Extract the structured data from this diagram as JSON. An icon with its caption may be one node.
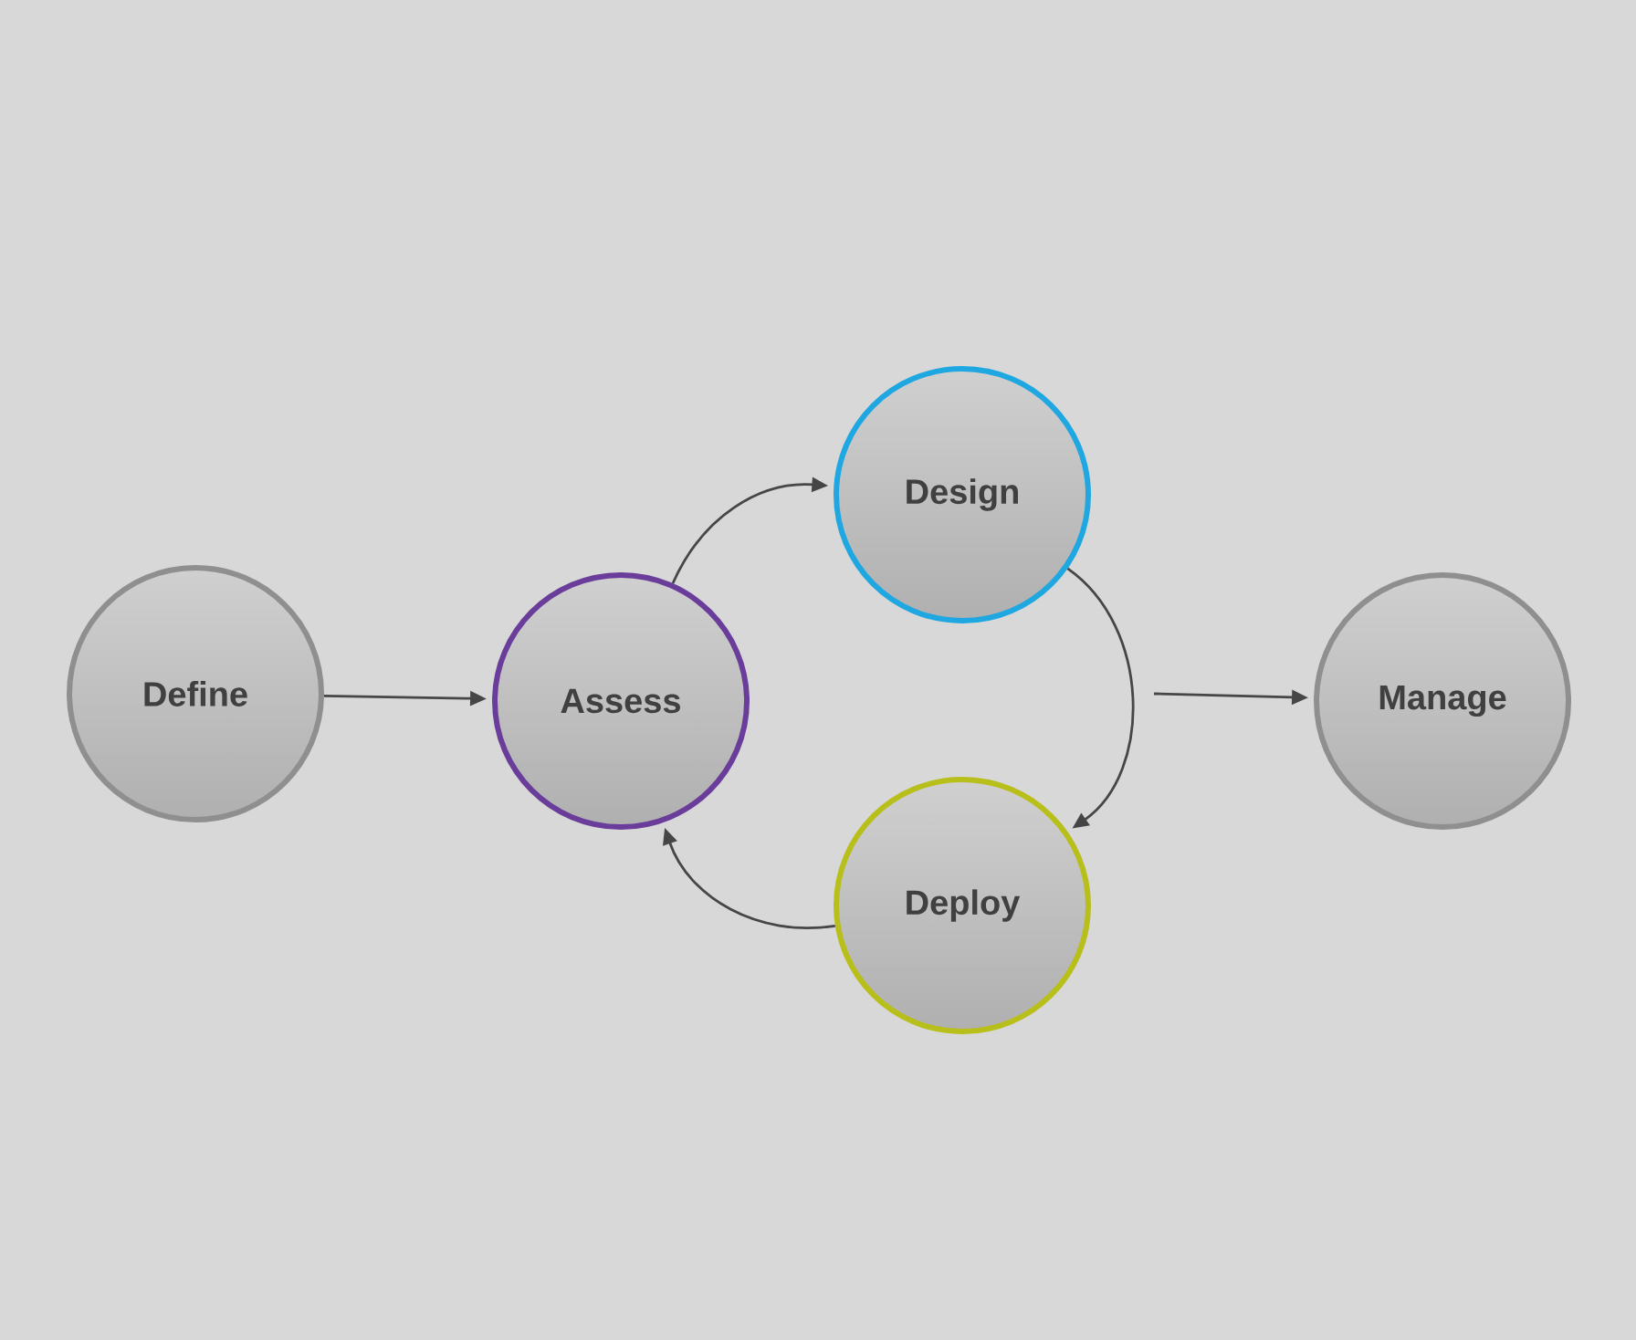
{
  "diagram": {
    "nodes": [
      {
        "text": [
          "Define"
        ]
      },
      {
        "text": [
          "Assess"
        ]
      },
      {
        "text": [
          "Design"
        ]
      },
      {
        "text": [
          "Deploy"
        ]
      },
      {
        "text": [
          "Manage"
        ]
      }
    ],
    "edges": [
      {
        "from": 0,
        "to": 1,
        "arrow": "to"
      },
      {
        "from": 1,
        "to": 2,
        "arrow": "to"
      },
      {
        "from": 2,
        "to": 3,
        "arrow": "to"
      },
      {
        "from": 3,
        "to": 1,
        "arrow": "to"
      },
      {
        "from": null,
        "to": 4,
        "arrow": "to"
      }
    ]
  }
}
